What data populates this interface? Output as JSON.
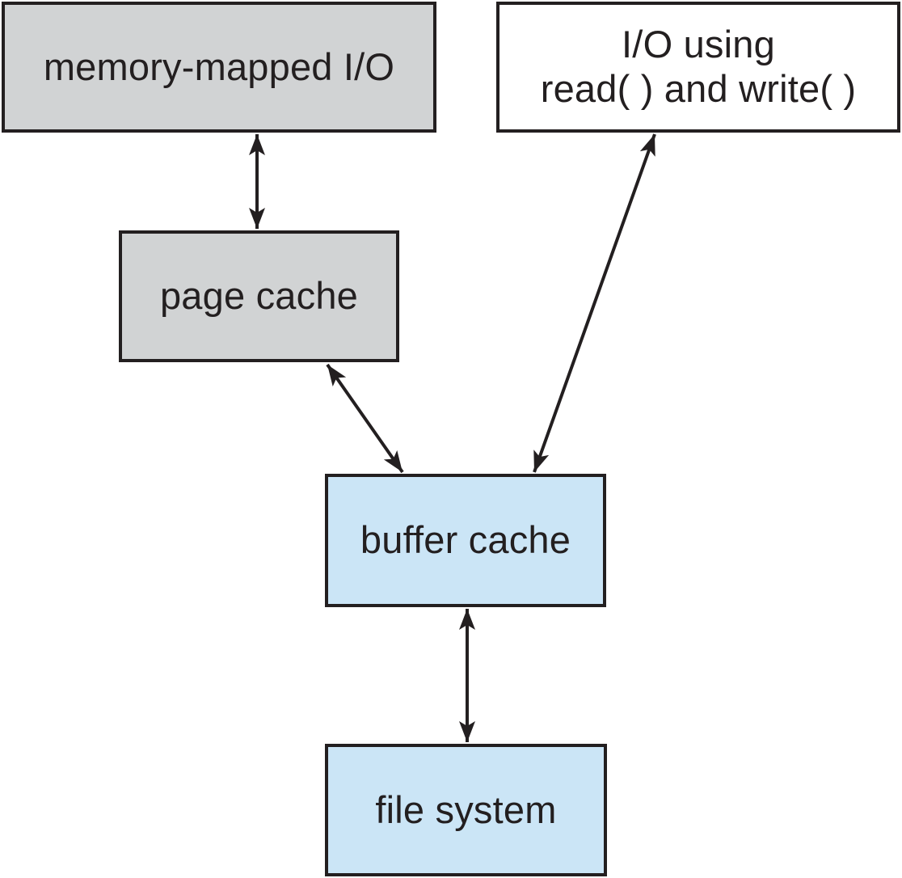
{
  "diagram": {
    "nodes": {
      "memory_mapped_io": {
        "label": "memory-mapped I/O",
        "fill": "#d1d3d4"
      },
      "io_read_write": {
        "label_line1": "I/O using",
        "label_line2": "read( ) and write( )",
        "fill": "#ffffff"
      },
      "page_cache": {
        "label": "page cache",
        "fill": "#d1d3d4"
      },
      "buffer_cache": {
        "label": "buffer cache",
        "fill": "#cbe5f6"
      },
      "file_system": {
        "label": "file system",
        "fill": "#cbe5f6"
      }
    },
    "edges": [
      {
        "from": "memory_mapped_io",
        "to": "page_cache",
        "type": "bidirectional"
      },
      {
        "from": "page_cache",
        "to": "buffer_cache",
        "type": "bidirectional"
      },
      {
        "from": "io_read_write",
        "to": "buffer_cache",
        "type": "bidirectional"
      },
      {
        "from": "buffer_cache",
        "to": "file_system",
        "type": "bidirectional"
      }
    ],
    "colors": {
      "border": "#231f20",
      "arrow": "#231f20",
      "text": "#231f20",
      "gray_fill": "#d1d3d4",
      "blue_fill": "#cbe5f6",
      "white_fill": "#ffffff",
      "background": "#ffffff"
    }
  }
}
